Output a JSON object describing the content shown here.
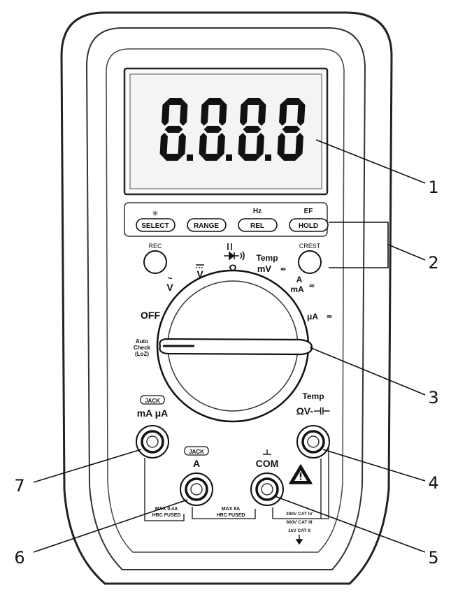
{
  "display": {
    "reading": "8.8.8.8"
  },
  "buttons": {
    "select": {
      "label": "SELECT",
      "top": "✳"
    },
    "range": {
      "label": "RANGE",
      "top": ""
    },
    "rel": {
      "label": "REL",
      "top": "Hz"
    },
    "hold": {
      "label": "HOLD",
      "top": "EF"
    },
    "rec": {
      "label": "REC"
    },
    "crest": {
      "label": "CREST"
    }
  },
  "dial": {
    "off": "OFF",
    "v_ac": "V",
    "v_dc": "V",
    "ohm": "Ω",
    "temp": "Temp",
    "mv": "mV",
    "amp_a": "A",
    "amp_ma": "mA",
    "ua": "μA",
    "autocheck_1": "Auto",
    "autocheck_2": "Check",
    "autocheck_3": "(LoZ)"
  },
  "terminals": {
    "left_jack": "JACK",
    "left_label": "mA μA",
    "amp_jack": "JACK",
    "amp_label": "A",
    "com_label": "COM",
    "right_top": "Temp",
    "right_label": "ΩV-⊣⊢",
    "fuse_left_1": "MAX 0.4A",
    "fuse_left_2": "HRC FUSED",
    "fuse_mid_1": "MAX 8A",
    "fuse_mid_2": "HRC FUSED",
    "cat_1": "300V CAT IV",
    "cat_2": "600V CAT III",
    "cat_3": "1kV CAT II"
  },
  "callouts": [
    "1",
    "2",
    "3",
    "4",
    "5",
    "6",
    "7"
  ]
}
